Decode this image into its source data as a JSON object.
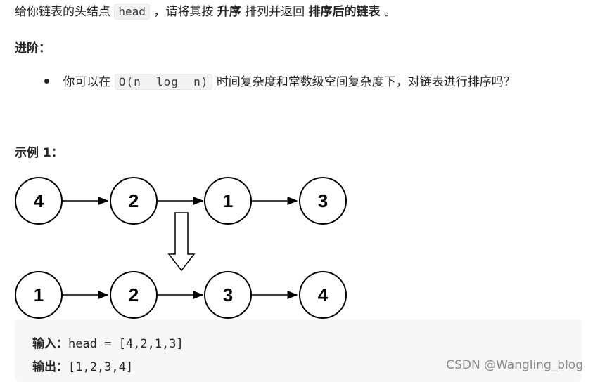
{
  "intro": {
    "prefix": "给你链表的头结点",
    "code": "head",
    "middle": "，请将其按",
    "bold": "升序",
    "suffix_plain": "排列并返回",
    "suffix_bold": "排序后的链表",
    "end": "。"
  },
  "advanced": {
    "title": "进阶：",
    "bullet_prefix": "你可以在",
    "bullet_code": "O(n  log  n)",
    "bullet_suffix": "时间复杂度和常数级空间复杂度下，对链表进行排序吗？"
  },
  "example": {
    "title": "示例 1：",
    "input_list": [
      "4",
      "2",
      "1",
      "3"
    ],
    "output_list": [
      "1",
      "2",
      "3",
      "4"
    ],
    "input_label": "输入：",
    "input_value": "head = [4,2,1,3]",
    "output_label": "输出：",
    "output_value": "[1,2,3,4]"
  },
  "watermark": "CSDN @Wangling_blog"
}
